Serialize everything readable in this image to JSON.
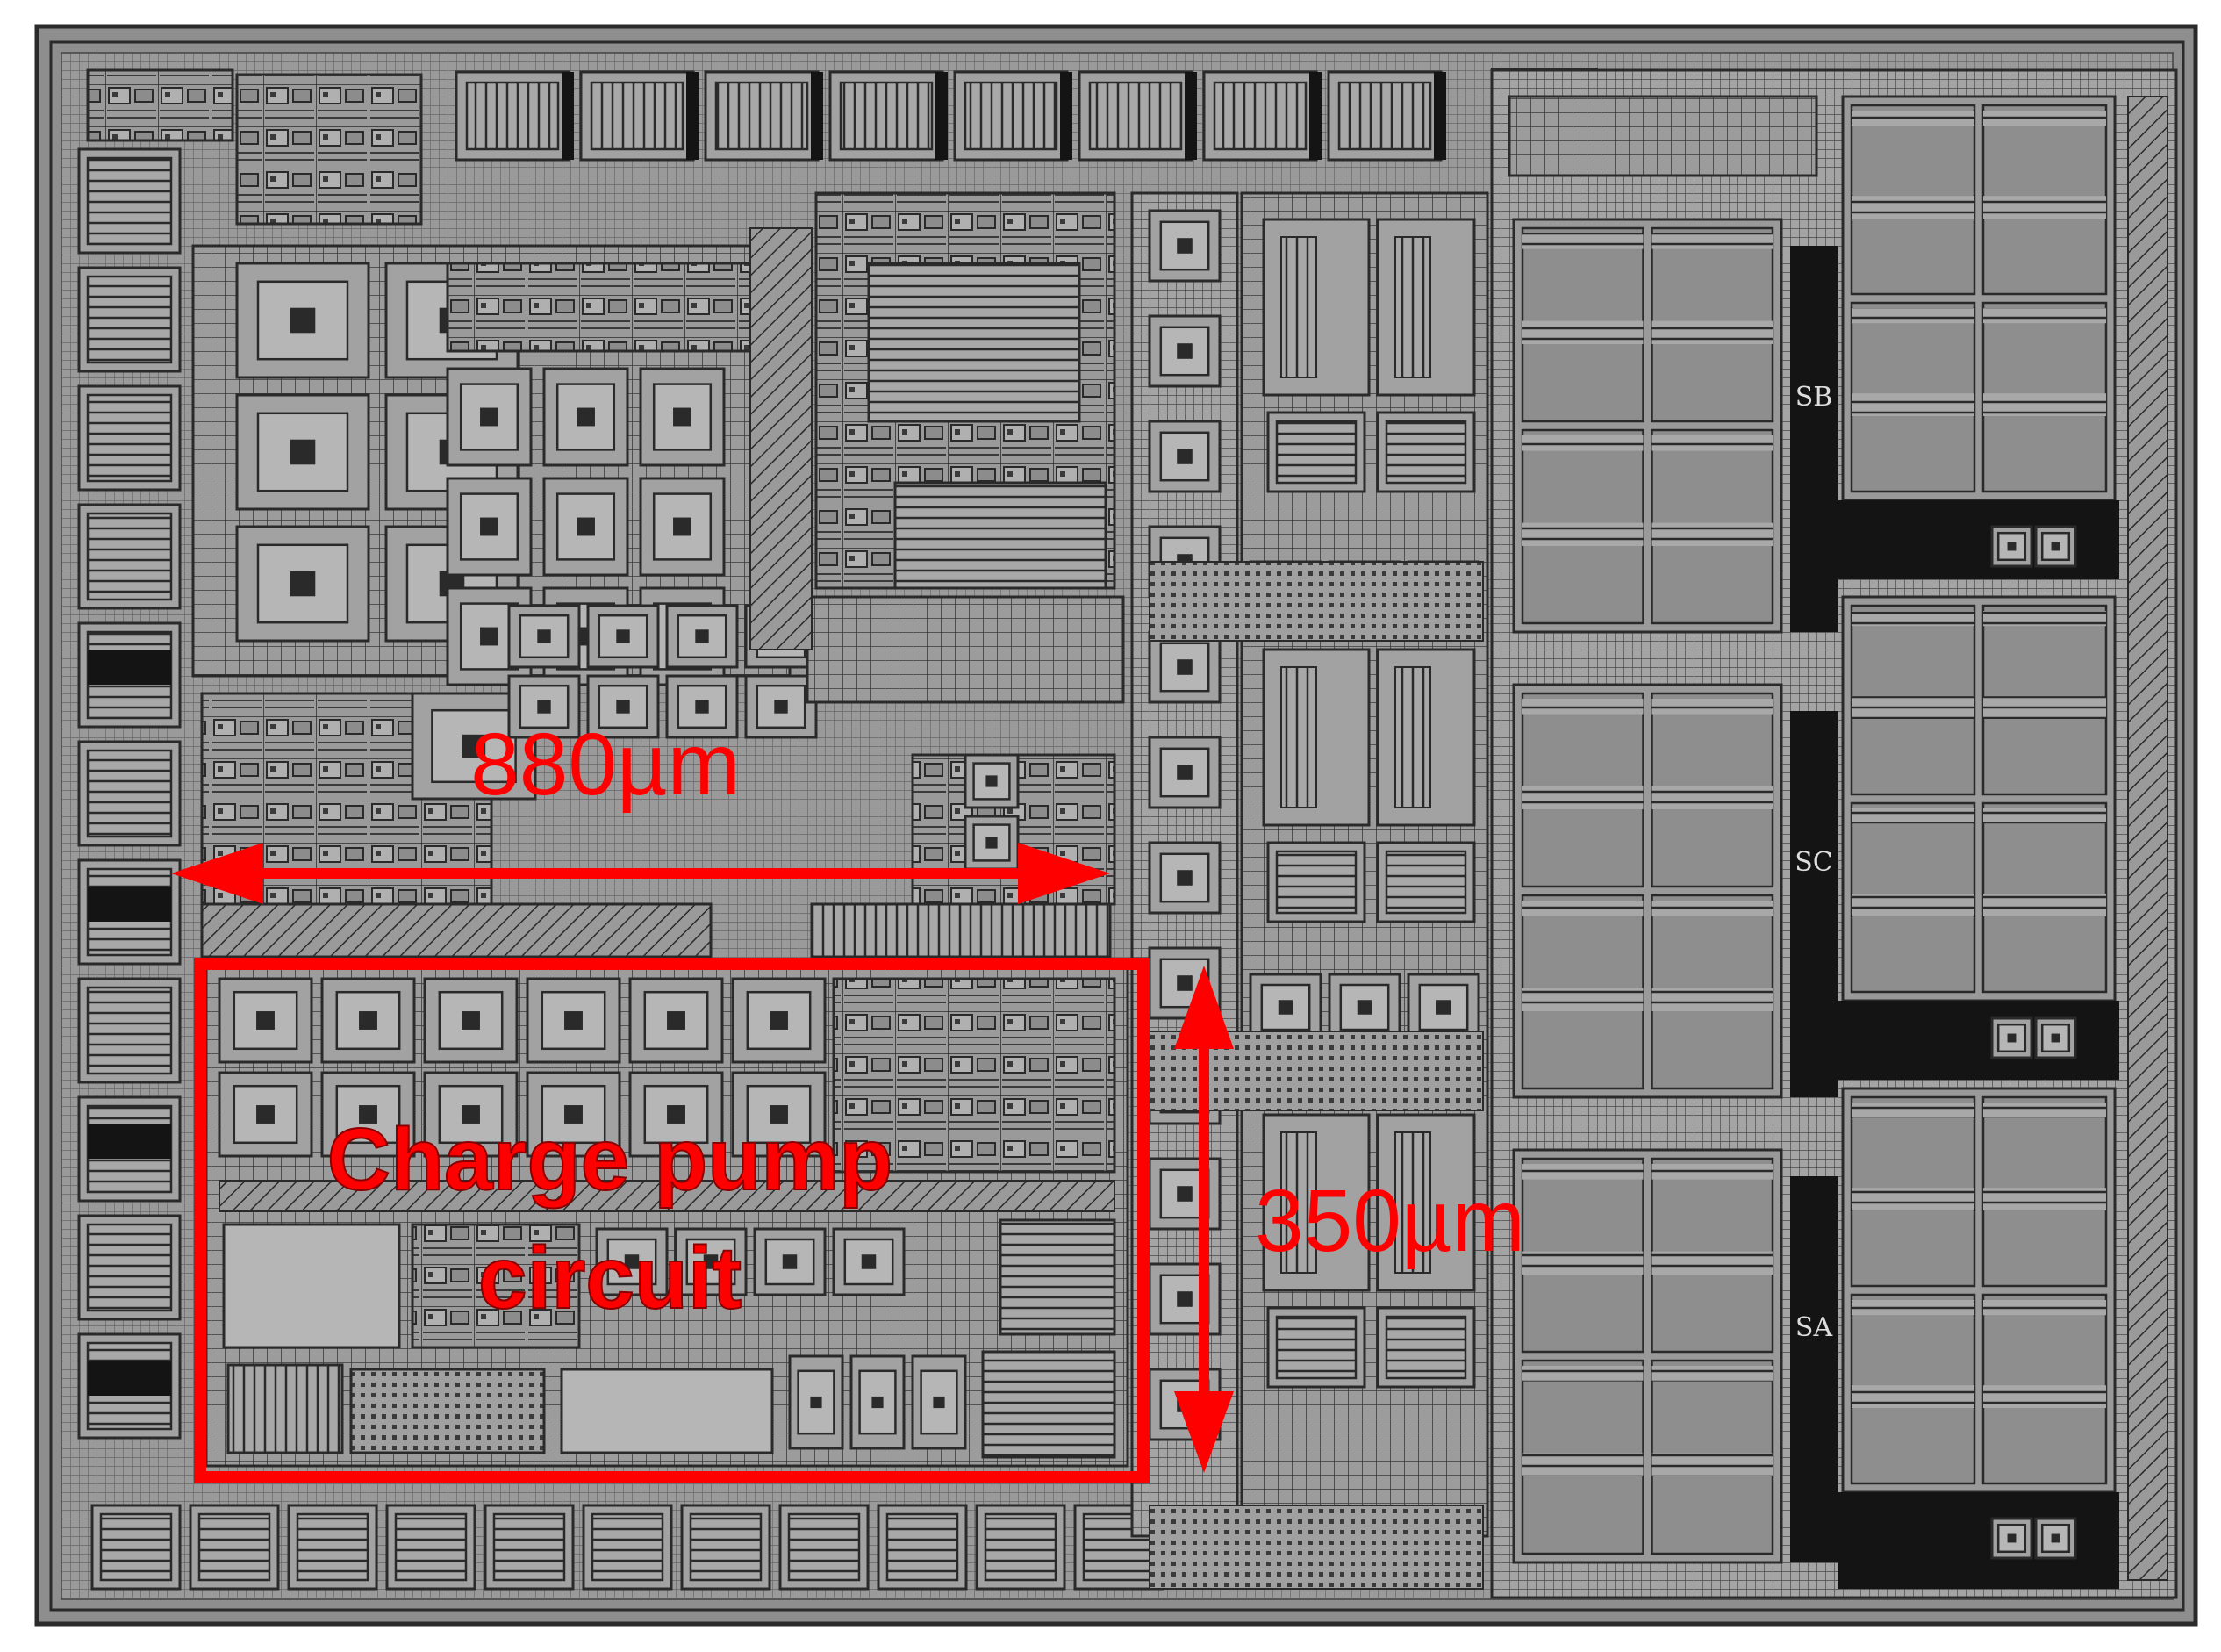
{
  "colors": {
    "background": "#ffffff",
    "die": "#8e8e8e",
    "cell": "#a2a2a2",
    "cell_light": "#b6b6b6",
    "line": "#2a2a2a",
    "dark_fill": "#141414",
    "annotation": "#ff0000"
  },
  "annotations": {
    "width_label": "880µm",
    "height_label": "350µm",
    "region_label_line1": "Charge pump",
    "region_label_line2": "circuit"
  },
  "block_labels": {
    "sb": "SB",
    "sc": "SC",
    "sa": "SA"
  }
}
